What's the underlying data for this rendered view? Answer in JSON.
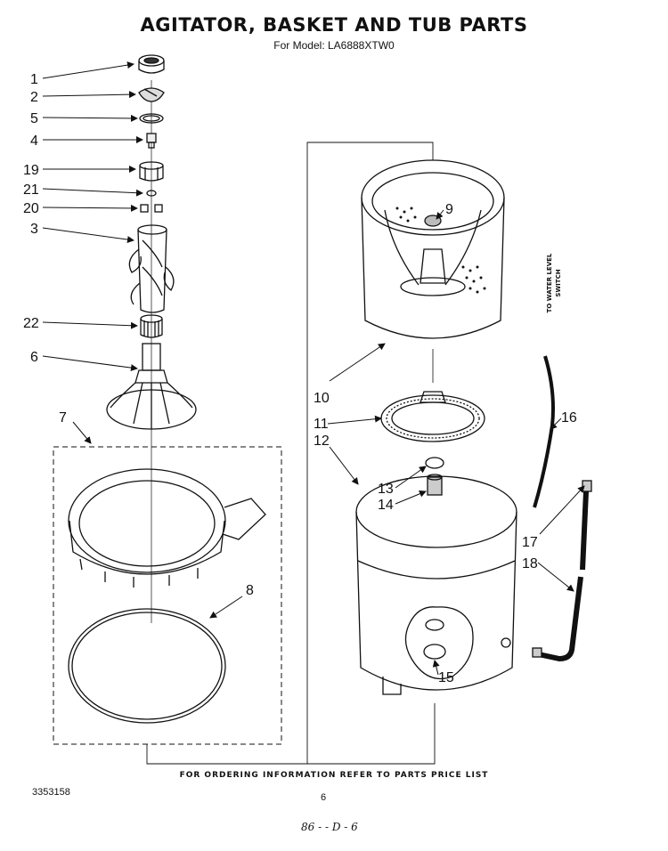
{
  "header": {
    "title": "AGITATOR, BASKET AND TUB PARTS",
    "subtitle": "For Model: LA6888XTW0"
  },
  "side_label": {
    "line1": "TO WATER LEVEL",
    "line2": "SWITCH"
  },
  "callouts": [
    "1",
    "2",
    "5",
    "4",
    "19",
    "21",
    "20",
    "3",
    "22",
    "6",
    "7",
    "8",
    "9",
    "10",
    "11",
    "12",
    "13",
    "14",
    "15",
    "16",
    "17",
    "18"
  ],
  "footer": {
    "note": "FOR ORDERING INFORMATION REFER TO PARTS PRICE LIST",
    "doc_number": "3353158",
    "page_number": "6",
    "handwritten": "86 - - D - 6"
  }
}
